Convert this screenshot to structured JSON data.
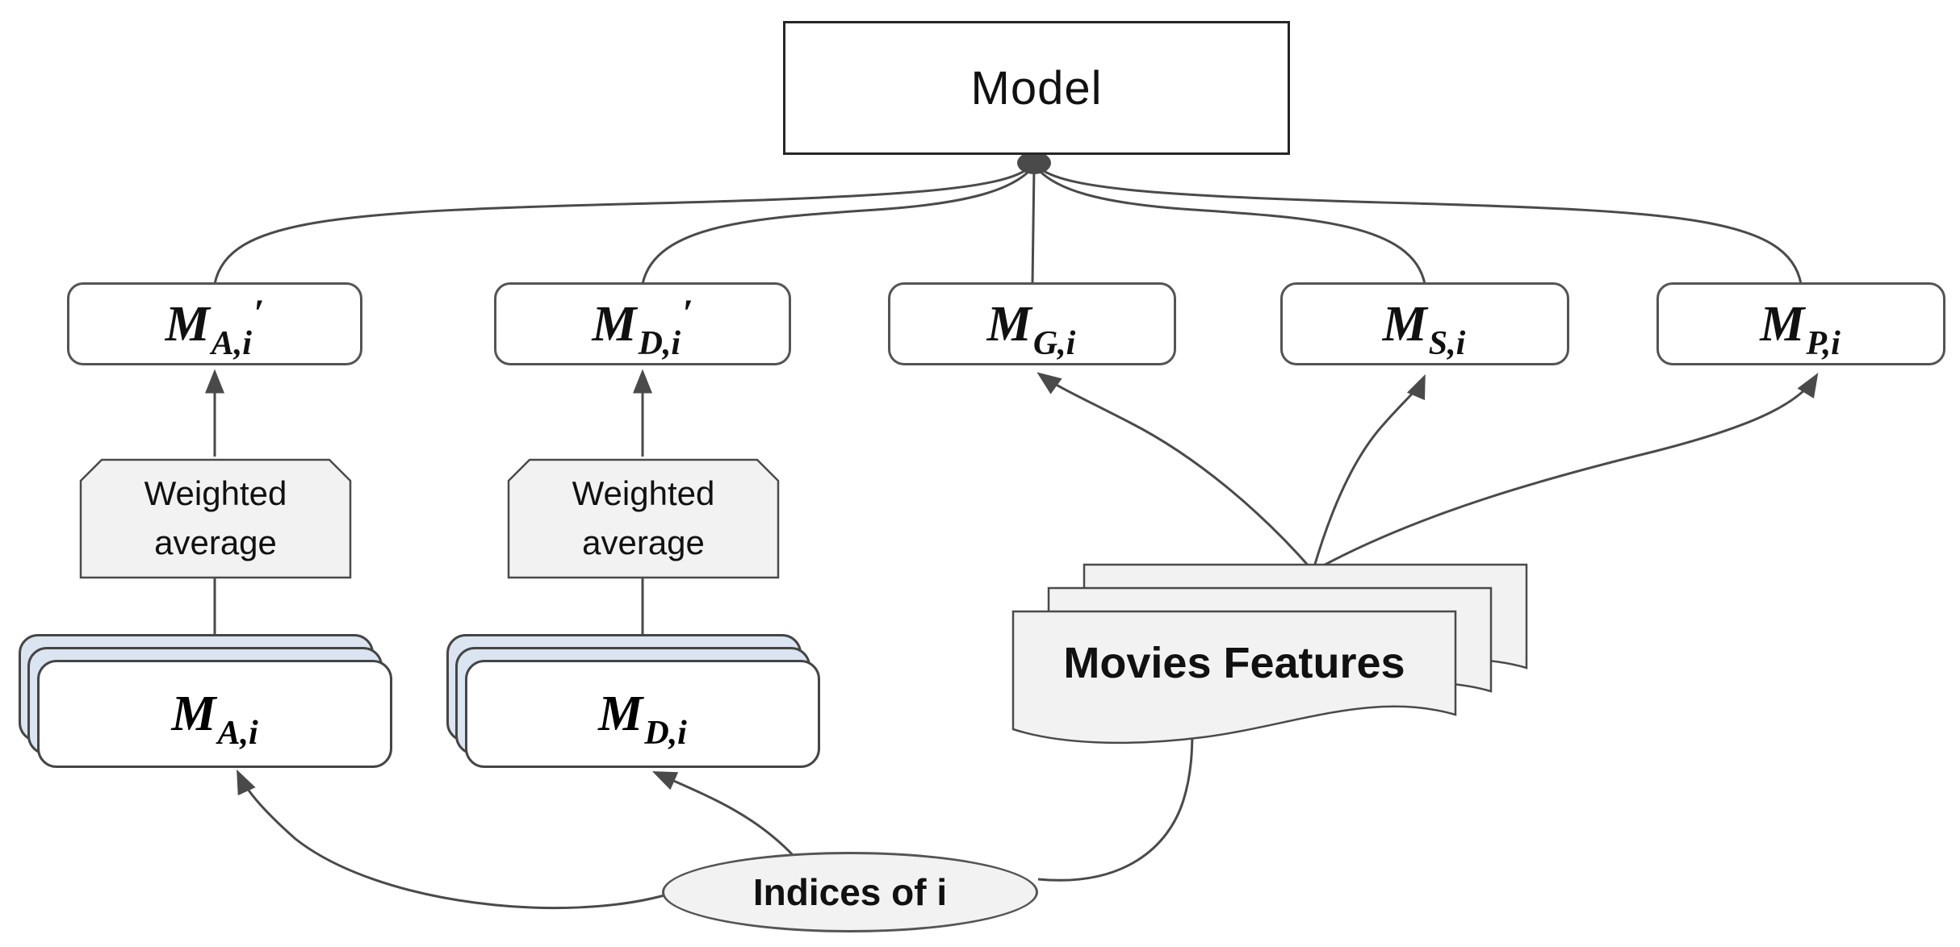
{
  "diagram": {
    "model_label": "Model",
    "m_boxes": [
      {
        "main": "M",
        "sub": "A,i",
        "prime": "′"
      },
      {
        "main": "M",
        "sub": "D,i",
        "prime": "′"
      },
      {
        "main": "M",
        "sub": "G,i",
        "prime": ""
      },
      {
        "main": "M",
        "sub": "S,i",
        "prime": ""
      },
      {
        "main": "M",
        "sub": "P,i",
        "prime": ""
      }
    ],
    "weighted_avg_boxes": [
      {
        "line1": "Weighted",
        "line2": "average"
      },
      {
        "line1": "Weighted",
        "line2": "average"
      }
    ],
    "stacks": [
      {
        "main": "M",
        "sub": "A,i"
      },
      {
        "main": "M",
        "sub": "D,i"
      }
    ],
    "movies_features_label": "Movies Features",
    "indices_label": "Indices of i"
  },
  "colors": {
    "arrow": "#4a4a4a",
    "box-border": "#545454",
    "model-border": "#262626",
    "gray-fill": "#f2f2f2",
    "blue-fill": "#dbe5f1",
    "text": "#111111",
    "bg": "#ffffff"
  }
}
